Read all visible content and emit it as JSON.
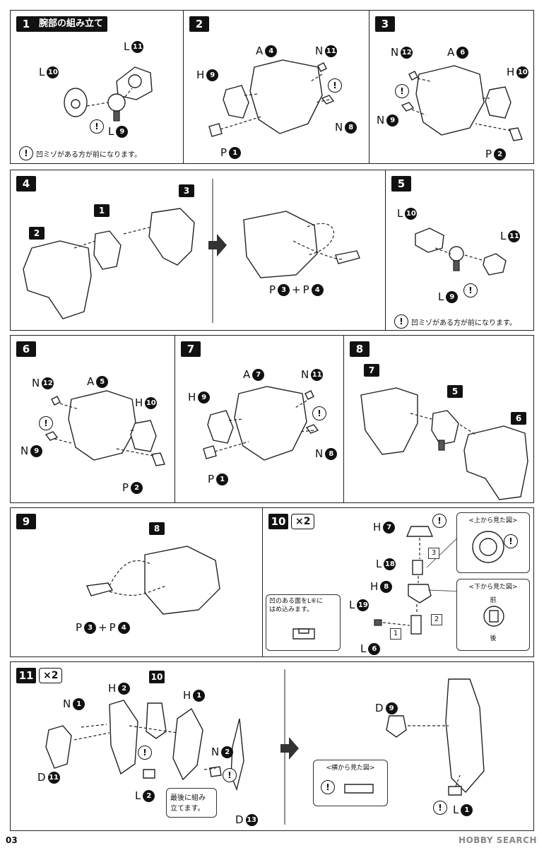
{
  "page_number": "03",
  "watermark": "HOBBY SEARCH",
  "step1": {
    "num": "1",
    "title": "腕部の組み立て",
    "note": "凹ミゾがある方が前になります。",
    "labels": [
      [
        "L",
        "11"
      ],
      [
        "L",
        "10"
      ],
      [
        "L",
        "9"
      ]
    ]
  },
  "step2": {
    "num": "2",
    "labels": [
      [
        "A",
        "4"
      ],
      [
        "N",
        "11"
      ],
      [
        "H",
        "9"
      ],
      [
        "N",
        "8"
      ],
      [
        "P",
        "1"
      ]
    ]
  },
  "step3": {
    "num": "3",
    "labels": [
      [
        "N",
        "12"
      ],
      [
        "A",
        "6"
      ],
      [
        "H",
        "10"
      ],
      [
        "N",
        "9"
      ],
      [
        "P",
        "2"
      ]
    ]
  },
  "step4": {
    "num": "4",
    "subs": [
      "2",
      "1",
      "3"
    ],
    "formula": [
      "P",
      "3",
      "+",
      "P",
      "4"
    ]
  },
  "step5": {
    "num": "5",
    "labels": [
      [
        "L",
        "10"
      ],
      [
        "L",
        "11"
      ],
      [
        "L",
        "9"
      ]
    ],
    "note": "凹ミゾがある方が前になります。"
  },
  "step6": {
    "num": "6",
    "labels": [
      [
        "N",
        "12"
      ],
      [
        "A",
        "5"
      ],
      [
        "H",
        "10"
      ],
      [
        "N",
        "9"
      ],
      [
        "P",
        "2"
      ]
    ]
  },
  "step7": {
    "num": "7",
    "labels": [
      [
        "A",
        "7"
      ],
      [
        "N",
        "11"
      ],
      [
        "H",
        "9"
      ],
      [
        "N",
        "8"
      ],
      [
        "P",
        "1"
      ]
    ]
  },
  "step8": {
    "num": "8",
    "subs": [
      "7",
      "5",
      "6"
    ]
  },
  "step9": {
    "num": "9",
    "subs": [
      "8"
    ],
    "formula": [
      "P",
      "3",
      "+",
      "P",
      "4"
    ]
  },
  "step10": {
    "num": "10",
    "mult": "×2",
    "labels": [
      [
        "H",
        "7"
      ],
      [
        "L",
        "18"
      ],
      [
        "H",
        "8"
      ],
      [
        "L",
        "19"
      ],
      [
        "L",
        "6"
      ]
    ],
    "box_nums": [
      "3",
      "2",
      "1"
    ],
    "top_view": "<上から見た図>",
    "bottom_view": "<下から見た図>",
    "front": "前",
    "back": "後",
    "note_line1": "凹のある面をL⑥に",
    "note_line2": "はめ込みます。"
  },
  "step11": {
    "num": "11",
    "mult": "×2",
    "sub": "10",
    "labels": [
      [
        "N",
        "1"
      ],
      [
        "H",
        "2"
      ],
      [
        "H",
        "1"
      ],
      [
        "N",
        "2"
      ],
      [
        "D",
        "11"
      ],
      [
        "L",
        "2"
      ],
      [
        "D",
        "13"
      ],
      [
        "D",
        "9"
      ],
      [
        "L",
        "1"
      ]
    ],
    "last_note_line1": "最後に組み",
    "last_note_line2": "立てます。",
    "side_view": "<横から見た図>"
  }
}
